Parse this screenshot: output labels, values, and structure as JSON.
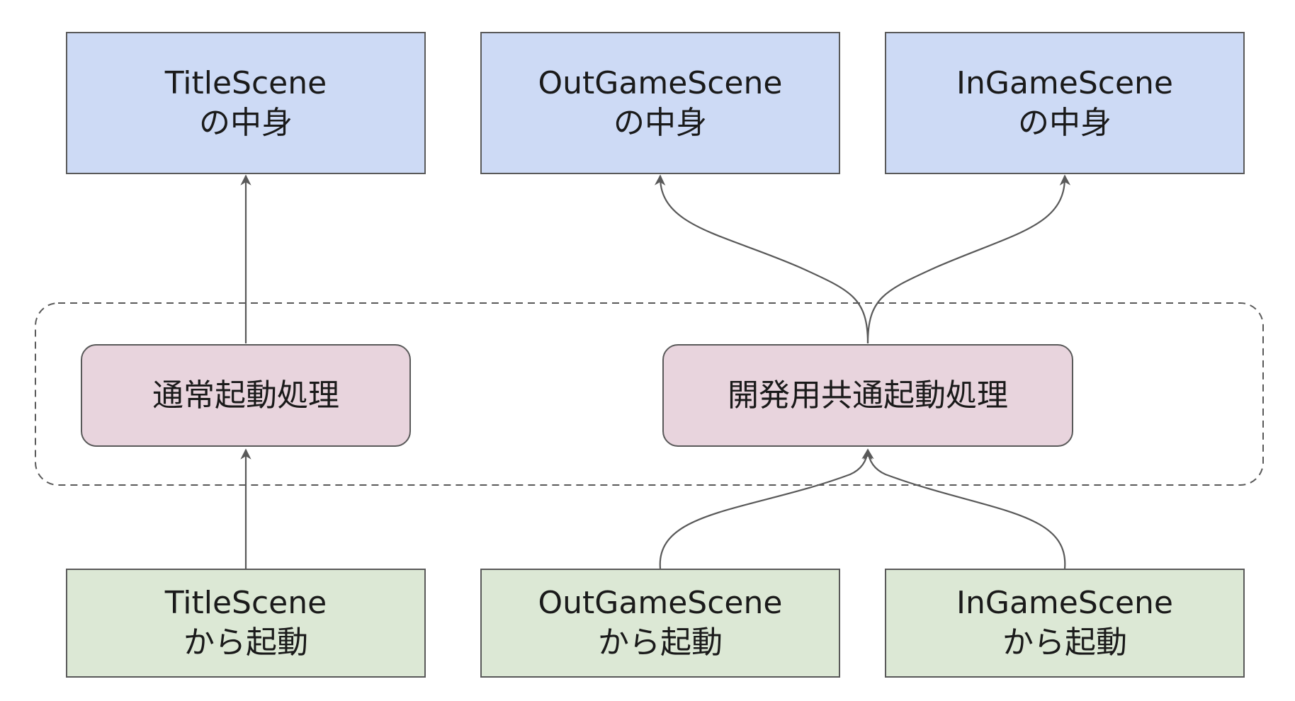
{
  "diagram": {
    "top_boxes": [
      {
        "line1": "TitleScene",
        "line2": "の中身"
      },
      {
        "line1": "OutGameScene",
        "line2": "の中身"
      },
      {
        "line1": "InGameScene",
        "line2": "の中身"
      }
    ],
    "middle_boxes": [
      {
        "label": "通常起動処理"
      },
      {
        "label": "開発用共通起動処理"
      }
    ],
    "bottom_boxes": [
      {
        "line1": "TitleScene",
        "line2": "から起動"
      },
      {
        "line1": "OutGameScene",
        "line2": "から起動"
      },
      {
        "line1": "InGameScene",
        "line2": "から起動"
      }
    ],
    "colors": {
      "top_fill": "#cddaf5",
      "middle_fill": "#e8d4dd",
      "bottom_fill": "#dce8d5",
      "stroke": "#595959"
    }
  }
}
